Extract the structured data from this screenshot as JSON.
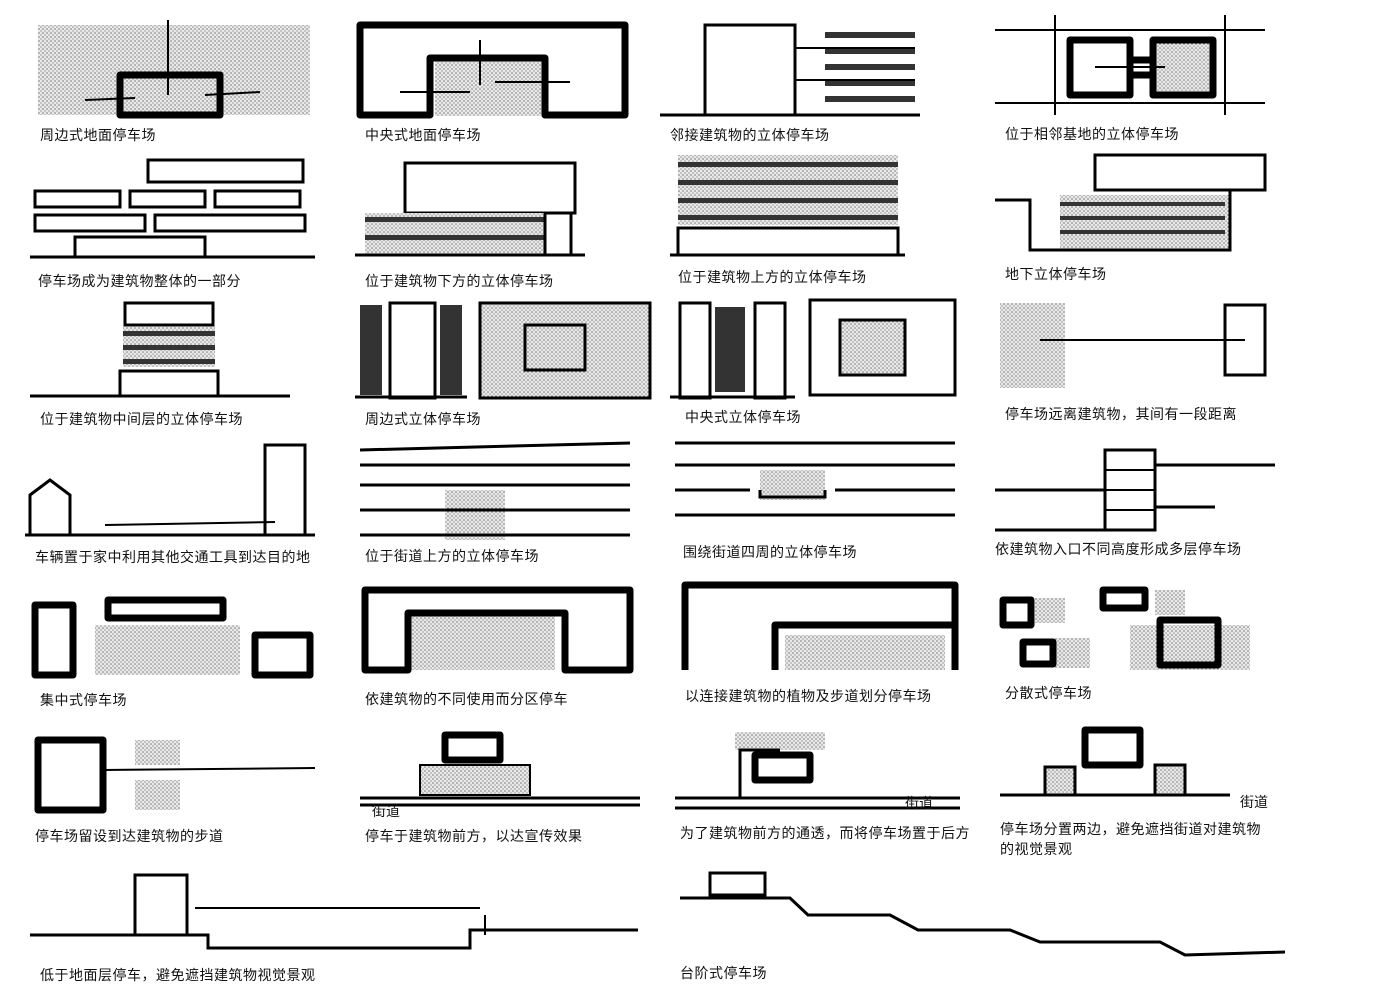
{
  "diagrams": [
    {
      "caption": "周边式地面停车场"
    },
    {
      "caption": "中央式地面停车场"
    },
    {
      "caption": "邻接建筑物的立体停车场"
    },
    {
      "caption": "位于相邻基地的立体停车场"
    },
    {
      "caption": "停车场成为建筑物整体的一部分"
    },
    {
      "caption": "位于建筑物下方的立体停车场"
    },
    {
      "caption": "位于建筑物上方的立体停车场"
    },
    {
      "caption": "地下立体停车场"
    },
    {
      "caption": "位于建筑物中间层的立体停车场"
    },
    {
      "caption": "周边式立体停车场"
    },
    {
      "caption": "中央式立体停车场"
    },
    {
      "caption": "停车场远离建筑物，其间有一段距离"
    },
    {
      "caption": "车辆置于家中利用其他交通工具到达目的地"
    },
    {
      "caption": "位于街道上方的立体停车场"
    },
    {
      "caption": "围绕街道四周的立体停车场"
    },
    {
      "caption": "依建筑物入口不同高度形成多层停车场"
    },
    {
      "caption": "集中式停车场"
    },
    {
      "caption": "依建筑物的不同使用而分区停车"
    },
    {
      "caption": "以连接建筑物的植物及步道划分停车场"
    },
    {
      "caption": "分散式停车场"
    },
    {
      "caption": "停车场留设到达建筑物的步道"
    },
    {
      "caption": "停车于建筑物前方，以达宣传效果"
    },
    {
      "caption": "为了建筑物前方的通透，而将停车场置于后方"
    },
    {
      "caption": "停车场分置两边，避免遮挡街道对建筑物的视觉景观"
    },
    {
      "caption": "低于地面层停车，避免遮挡建筑物视觉景观"
    },
    {
      "caption": "台阶式停车场"
    }
  ],
  "street_label": "街道"
}
